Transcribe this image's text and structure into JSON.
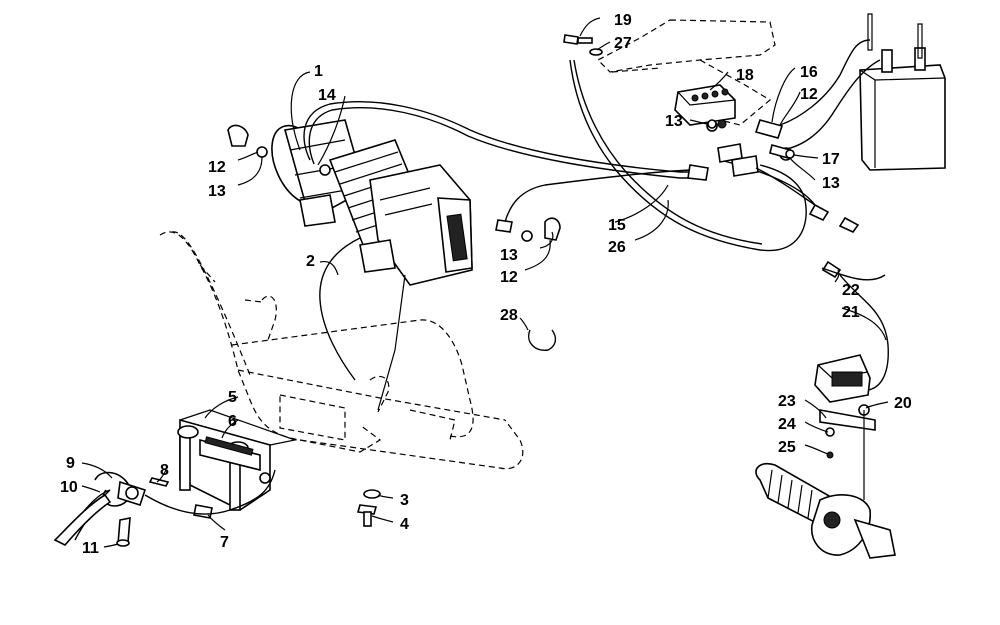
{
  "diagram": {
    "callouts": {
      "c1": "1",
      "c2": "2",
      "c3": "3",
      "c4": "4",
      "c5": "5",
      "c6": "6",
      "c7": "7",
      "c8": "8",
      "c9": "9",
      "c10": "10",
      "c11": "11",
      "c12a": "12",
      "c13a": "13",
      "c12b": "12",
      "c13b": "13",
      "c12c": "12",
      "c13c": "13",
      "c13d": "13",
      "c14": "14",
      "c15": "15",
      "c16": "16",
      "c17": "17",
      "c18": "18",
      "c19": "19",
      "c20": "20",
      "c21": "21",
      "c22": "22",
      "c23": "23",
      "c24": "24",
      "c25": "25",
      "c26": "26",
      "c27": "27",
      "c28": "28"
    }
  }
}
